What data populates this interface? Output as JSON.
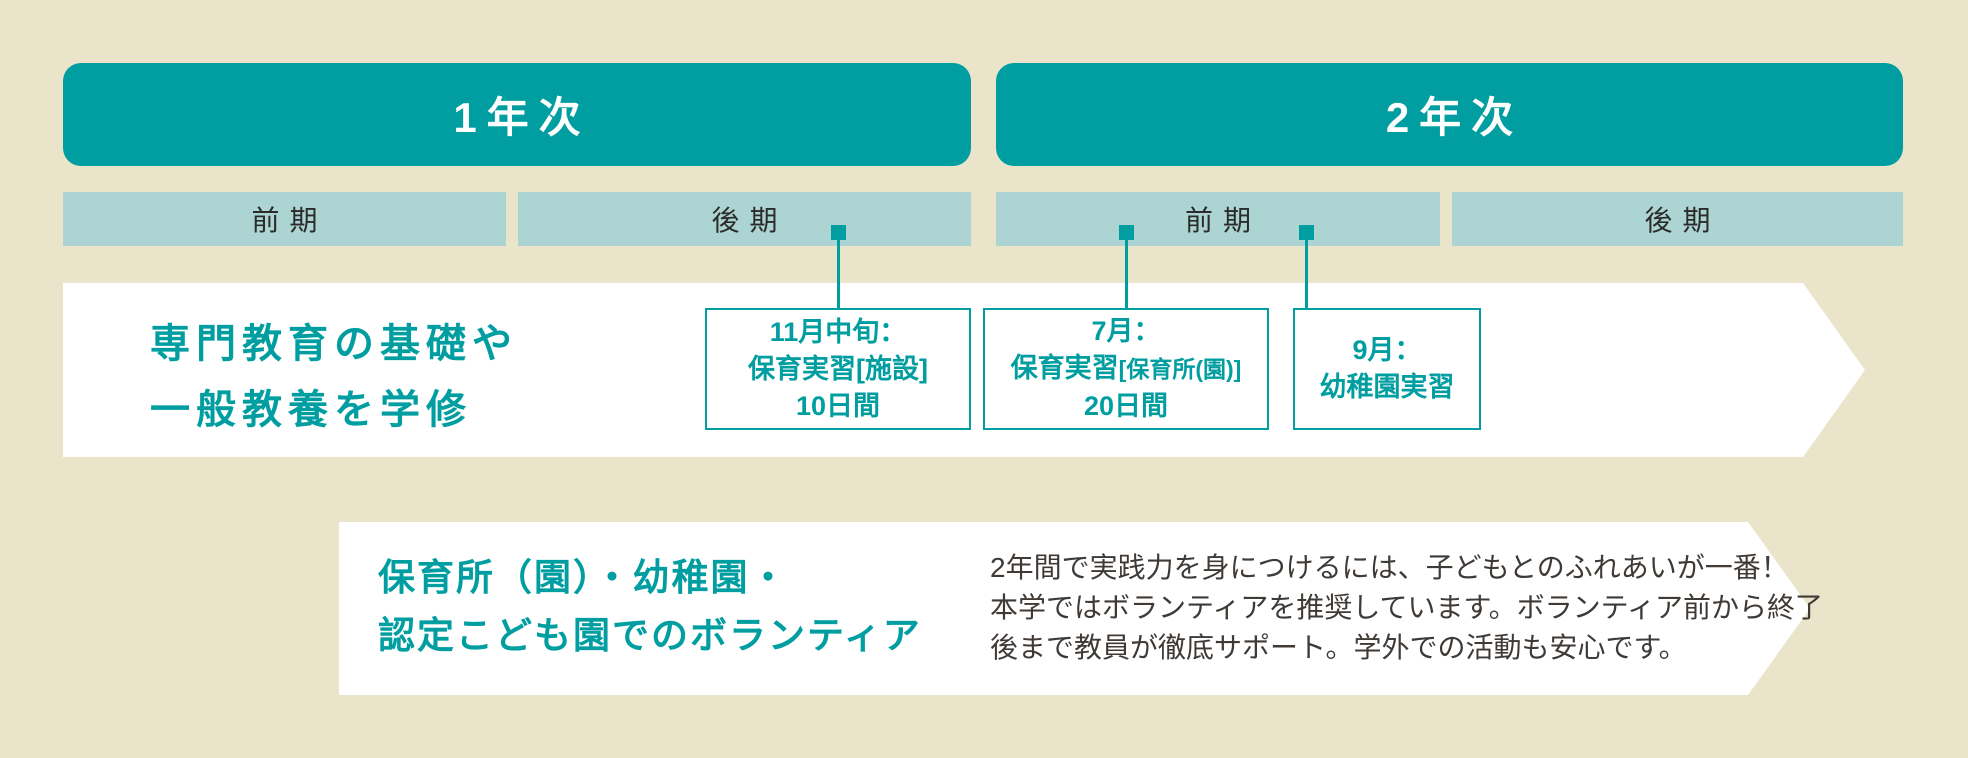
{
  "palette": {
    "background": "#EAE4CB",
    "teal_accent": "#009EA0",
    "semester_bar": "#ACD4D3",
    "band_white": "#FFFFFF",
    "semester_text": "#2B2B2B",
    "description_text": "#3F3A36"
  },
  "timeline": {
    "years": [
      {
        "label": "1年次",
        "sem1": "前期",
        "sem2": "後期"
      },
      {
        "label": "2年次",
        "sem1": "前期",
        "sem2": "後期"
      }
    ]
  },
  "study_band": {
    "title_line1": "専門教育の基礎や",
    "title_line2": "一般教養を学修"
  },
  "events": [
    {
      "l1": "11月中旬：",
      "l2": "保育実習[施設]",
      "l3": "10日間"
    },
    {
      "l1": "7月：",
      "l2a": "保育実習",
      "l2b": "[保育所(園)]",
      "l3": "20日間"
    },
    {
      "l1": "9月：",
      "l2": "幼稚園実習"
    }
  ],
  "volunteer_band": {
    "title_line1": "保育所（園）・幼稚園・",
    "title_line2": "認定こども園でのボランティア",
    "desc_line1": "2年間で実践力を身につけるには、子どもとのふれあいが一番！",
    "desc_line2": "本学ではボランティアを推奨しています。ボランティア前から終了",
    "desc_line3": "後まで教員が徹底サポート。学外での活動も安心です。"
  }
}
